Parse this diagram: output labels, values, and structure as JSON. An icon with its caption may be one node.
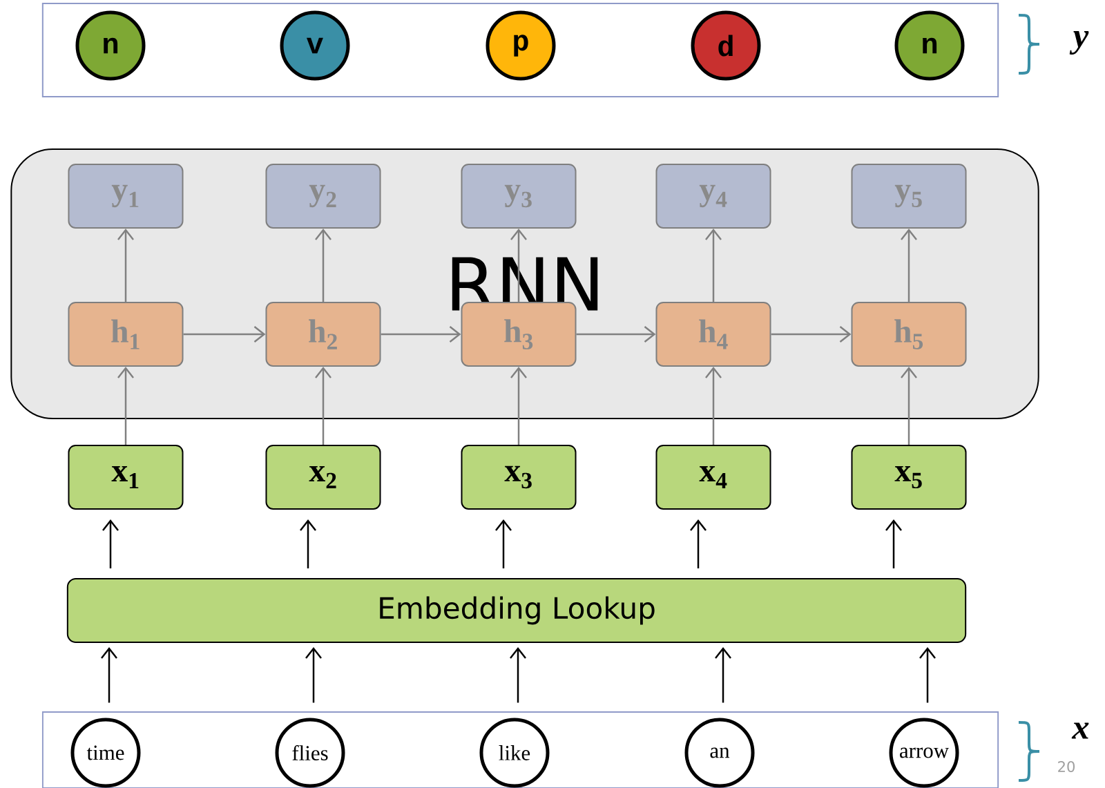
{
  "diagram": {
    "nodes": [
      {
        "text": [],
        "shape": "box"
      },
      {
        "text": [
          "n"
        ],
        "in": 0
      },
      {
        "text": [
          "v"
        ],
        "in": 0
      },
      {
        "text": [
          "p"
        ],
        "in": 0
      },
      {
        "text": [
          "d"
        ],
        "in": 0
      },
      {
        "text": [
          "n"
        ],
        "in": 0
      },
      {
        "text": [
          "RNN"
        ]
      },
      {
        "text": [
          "y$_{1}$"
        ],
        "in": 6
      },
      {
        "text": [
          "y$_{2}$"
        ],
        "in": 6
      },
      {
        "text": [
          "y$_{3}$"
        ],
        "in": 6
      },
      {
        "text": [
          "y$_{4}$"
        ],
        "in": 6
      },
      {
        "text": [
          "y$_{5}$"
        ],
        "in": 6
      },
      {
        "text": [
          "h$_{1}$"
        ],
        "in": 6
      },
      {
        "text": [
          "h$_{2}$"
        ],
        "in": 6
      },
      {
        "text": [
          "h$_{3}$"
        ],
        "in": 6
      },
      {
        "text": [
          "h$_{4}$"
        ],
        "in": 6
      },
      {
        "text": [
          "h$_{5}$"
        ],
        "in": 6
      },
      {
        "text": [
          "x$_{1}$"
        ]
      },
      {
        "text": [
          "x$_{2}$"
        ]
      },
      {
        "text": [
          "x$_{3}$"
        ]
      },
      {
        "text": [
          "x$_{4}$"
        ]
      },
      {
        "text": [
          "x$_{5}$"
        ]
      },
      {
        "text": [
          "Embedding Lookup"
        ]
      },
      {
        "text": [],
        "shape": "box"
      },
      {
        "text": [
          "time"
        ],
        "in": 23
      },
      {
        "text": [
          "flies"
        ],
        "in": 23
      },
      {
        "text": [
          "like"
        ],
        "in": 23
      },
      {
        "text": [
          "an"
        ],
        "in": 23
      },
      {
        "text": [
          "arrow"
        ],
        "in": 23
      }
    ],
    "edges": [
      {
        "from": 12,
        "to": 7,
        "arrow": "to"
      },
      {
        "from": 13,
        "to": 8,
        "arrow": "to"
      },
      {
        "from": 14,
        "to": 9,
        "arrow": "to"
      },
      {
        "from": 15,
        "to": 10,
        "arrow": "to"
      },
      {
        "from": 16,
        "to": 11,
        "arrow": "to"
      },
      {
        "from": 12,
        "to": 13,
        "arrow": "to"
      },
      {
        "from": 13,
        "to": 14,
        "arrow": "to"
      },
      {
        "from": 14,
        "to": 15,
        "arrow": "to"
      },
      {
        "from": 15,
        "to": 16,
        "arrow": "to"
      },
      {
        "from": 17,
        "to": 12,
        "arrow": "to"
      },
      {
        "from": 18,
        "to": 13,
        "arrow": "to"
      },
      {
        "from": 19,
        "to": 14,
        "arrow": "to"
      },
      {
        "from": 20,
        "to": 15,
        "arrow": "to"
      },
      {
        "from": 21,
        "to": 16,
        "arrow": "to"
      },
      {
        "from": 22,
        "to": 17,
        "arrow": "to",
        "color": "#000000"
      },
      {
        "from": 22,
        "to": 18,
        "arrow": "to",
        "color": "#000000"
      },
      {
        "from": 22,
        "to": 19,
        "arrow": "to",
        "color": "#000000"
      },
      {
        "from": 22,
        "to": 20,
        "arrow": "to",
        "color": "#000000"
      },
      {
        "from": 22,
        "to": 21,
        "arrow": "to",
        "color": "#000000"
      },
      {
        "from": 24,
        "to": 22,
        "arrow": "to",
        "color": "#000000"
      },
      {
        "from": 25,
        "to": 22,
        "arrow": "to",
        "color": "#000000"
      },
      {
        "from": 26,
        "to": 22,
        "arrow": "to",
        "color": "#000000"
      },
      {
        "from": 27,
        "to": 22,
        "arrow": "to",
        "color": "#000000"
      },
      {
        "from": 28,
        "to": 22,
        "arrow": "to",
        "color": "#000000"
      }
    ],
    "labels": [
      "y",
      "x",
      "20"
    ]
  }
}
